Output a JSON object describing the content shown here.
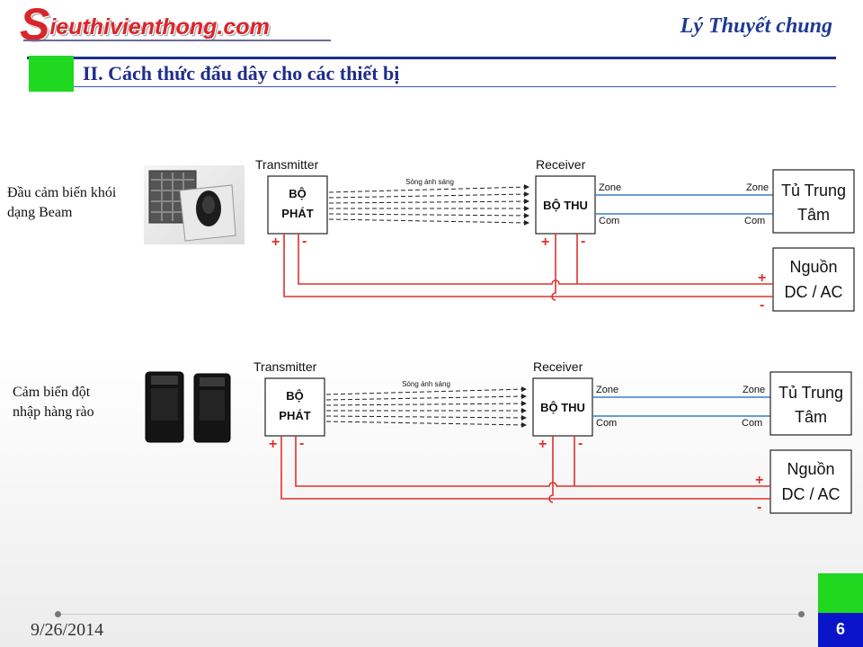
{
  "header": {
    "logo_first_letter": "S",
    "logo_rest": "ieuthivienthong.com",
    "section_label": "Lý Thuyết chung"
  },
  "slide": {
    "title": "II. Cách thức đấu dây cho các thiết bị",
    "date": "9/26/2014",
    "page_number": "6"
  },
  "devices": [
    {
      "label_line1": "Đầu cảm biến khói",
      "label_line2": "dạng Beam",
      "transmitter_caption": "Transmitter",
      "receiver_caption": "Receiver",
      "transmitter_line1": "BỘ",
      "transmitter_line2": "PHÁT",
      "receiver_text": "BỘ THU",
      "beam_label": "Sóng ánh sáng",
      "zone_label": "Zone",
      "com_label": "Com",
      "panel_line1": "Tủ Trung",
      "panel_line2": "Tâm",
      "power_line1": "Nguồn",
      "power_line2": "DC / AC",
      "plus": "+",
      "minus": "-"
    },
    {
      "label_line1": "Cảm biến đột",
      "label_line2": "nhập hàng rào",
      "transmitter_caption": "Transmitter",
      "receiver_caption": "Receiver",
      "transmitter_line1": "BỘ",
      "transmitter_line2": "PHÁT",
      "receiver_text": "BỘ THU",
      "beam_label": "Sóng ánh sáng",
      "zone_label": "Zone",
      "com_label": "Com",
      "panel_line1": "Tủ Trung",
      "panel_line2": "Tâm",
      "power_line1": "Nguồn",
      "power_line2": "DC / AC",
      "plus": "+",
      "minus": "-"
    }
  ],
  "colors": {
    "power_wire": "#e0302e",
    "signal_wire": "#3b7fc4",
    "accent_green": "#1fd81f",
    "title_blue": "#1f2d8a"
  }
}
